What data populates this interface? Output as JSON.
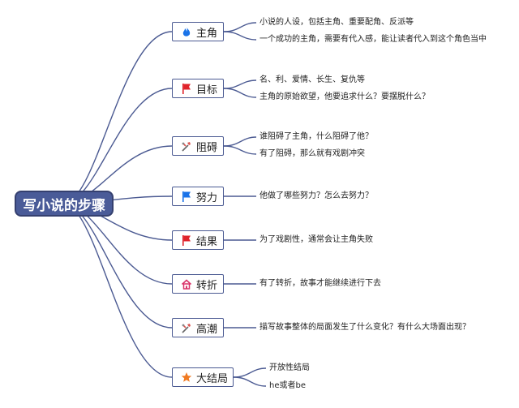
{
  "root": {
    "label": "写小说的步骤"
  },
  "branches": [
    {
      "label": "主角",
      "icon": "flame-icon",
      "color": "#1a73e8",
      "leaves": [
        "小说的人设，包括主角、重要配角、反派等",
        "一个成功的主角，需要有代入感，能让读者代入到这个角色当中"
      ]
    },
    {
      "label": "目标",
      "icon": "red-flag-icon",
      "color": "#e0242b",
      "leaves": [
        "名、利、爱情、长生、复仇等",
        "主角的原始欲望，他要追求什么？要摆脱什么？"
      ]
    },
    {
      "label": "阻碍",
      "icon": "tools-icon",
      "color": "#d9534f",
      "leaves": [
        "谁阻碍了主角，什么阻碍了他？",
        "有了阻碍，那么就有戏剧冲突"
      ]
    },
    {
      "label": "努力",
      "icon": "blue-flag-icon",
      "color": "#1a73e8",
      "leaves": [
        "他做了哪些努力？怎么去努力？"
      ]
    },
    {
      "label": "结果",
      "icon": "red-flag-icon",
      "color": "#e0242b",
      "leaves": [
        "为了戏剧性，通常会让主角失败"
      ]
    },
    {
      "label": "转折",
      "icon": "home-icon",
      "color": "#d9346a",
      "leaves": [
        "有了转折，故事才能继续进行下去"
      ]
    },
    {
      "label": "高潮",
      "icon": "tools-icon",
      "color": "#d9534f",
      "leaves": [
        "描写故事整体的局面发生了什么变化？有什么大场面出现？"
      ]
    },
    {
      "label": "大结局",
      "icon": "star-icon",
      "color": "#f07a22",
      "leaves": [
        "开放性结局",
        "he或者be"
      ]
    }
  ]
}
